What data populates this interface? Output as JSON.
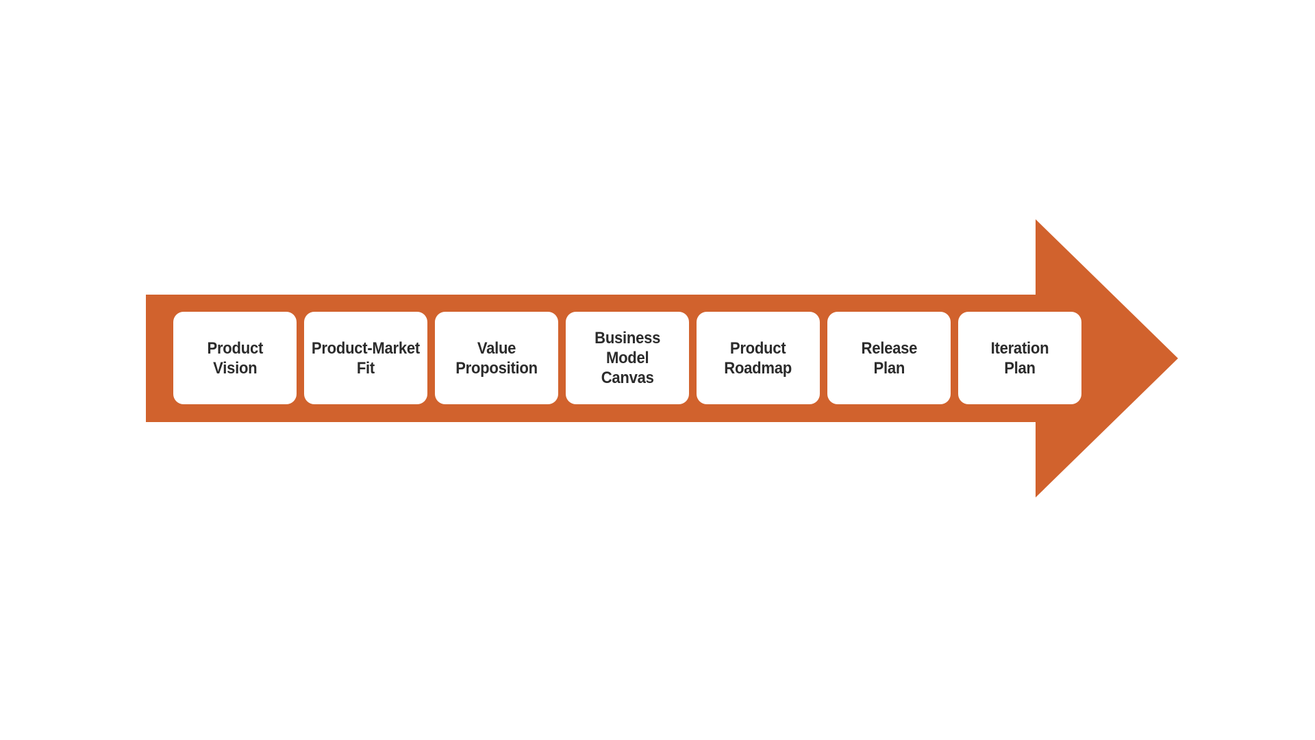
{
  "diagram": {
    "type": "process-arrow",
    "direction": "right",
    "steps": [
      {
        "label": "Product\nVision"
      },
      {
        "label": "Product-Market\nFit"
      },
      {
        "label": "Value\nProposition"
      },
      {
        "label": "Business\nModel\nCanvas"
      },
      {
        "label": "Product\nRoadmap"
      },
      {
        "label": "Release\nPlan"
      },
      {
        "label": "Iteration\nPlan"
      }
    ]
  },
  "colors": {
    "arrow": "#d1622d",
    "box": "#ffffff",
    "text": "#2b2b2b",
    "background": "#ffffff"
  }
}
